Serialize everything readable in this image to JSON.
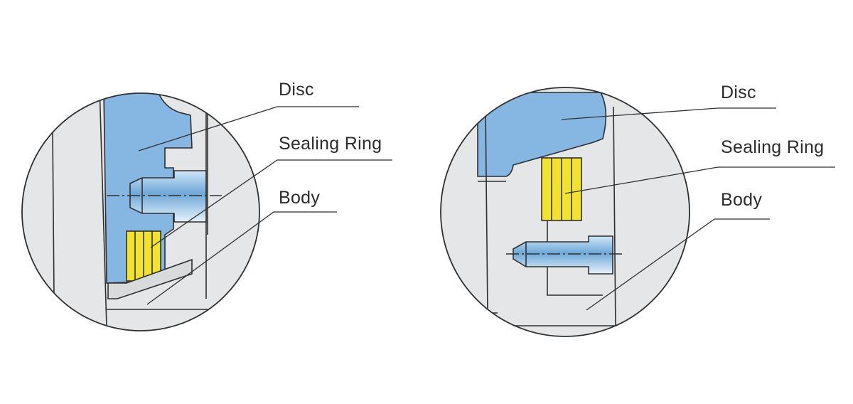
{
  "colors": {
    "background": "#ffffff",
    "body": "#e4e6e7",
    "disc": "#86b7e3",
    "sealing_ring": "#f2e42a",
    "outline": "#2f2f2f"
  },
  "detail_left": {
    "labels": {
      "disc": "Disc",
      "sealing_ring": "Sealing Ring",
      "body": "Body"
    }
  },
  "detail_right": {
    "labels": {
      "disc": "Disc",
      "sealing_ring": "Sealing Ring",
      "body": "Body"
    }
  }
}
